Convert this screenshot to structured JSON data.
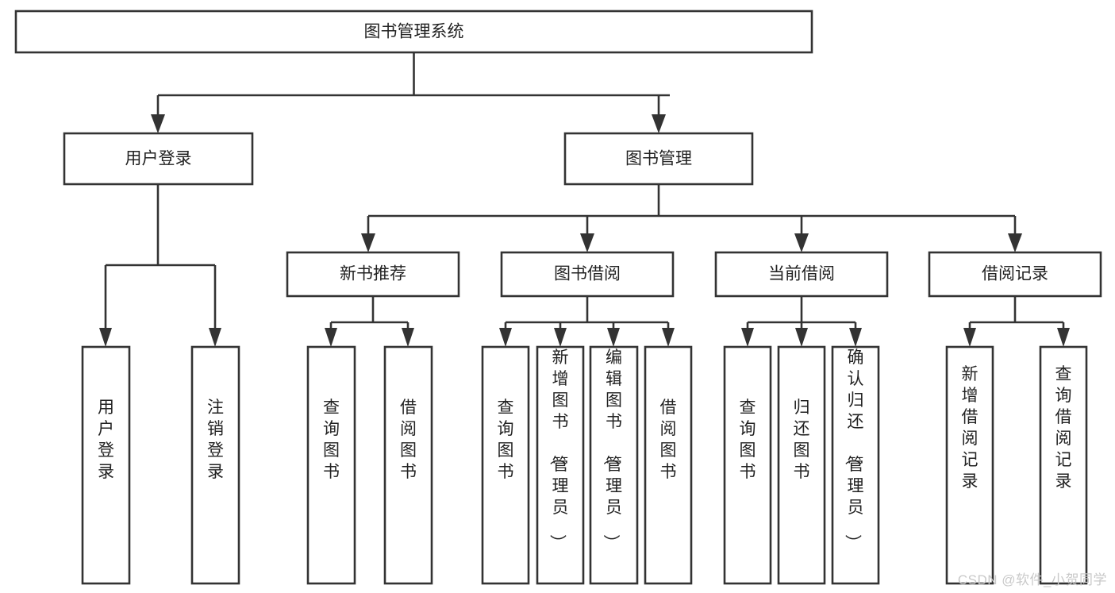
{
  "diagram": {
    "type": "tree",
    "title": "图书管理系统",
    "orientation": "top-down",
    "watermark": "CSDN @软件_小贺同学",
    "colors": {
      "stroke": "#333333",
      "fill": "#ffffff",
      "text": "#222222",
      "watermark": "#c9c9c9",
      "background": "#ffffff"
    },
    "nodes": {
      "root": {
        "label": "图书管理系统",
        "level": 0,
        "orient": "horizontal"
      },
      "l1": [
        {
          "id": "user_login",
          "label": "用户登录",
          "orient": "horizontal"
        },
        {
          "id": "book_manage",
          "label": "图书管理",
          "orient": "horizontal"
        }
      ],
      "l2": [
        {
          "id": "new_book_rec",
          "label": "新书推荐",
          "parent": "book_manage",
          "orient": "horizontal"
        },
        {
          "id": "book_borrow",
          "label": "图书借阅",
          "parent": "book_manage",
          "orient": "horizontal"
        },
        {
          "id": "current_borrow",
          "label": "当前借阅",
          "parent": "book_manage",
          "orient": "horizontal"
        },
        {
          "id": "borrow_record",
          "label": "借阅记录",
          "parent": "book_manage",
          "orient": "horizontal"
        }
      ],
      "leaves": [
        {
          "id": "leaf_user_login",
          "label": "用户登录",
          "parent": "user_login",
          "orient": "vertical"
        },
        {
          "id": "leaf_user_logout",
          "label": "注销登录",
          "parent": "user_login",
          "orient": "vertical"
        },
        {
          "id": "leaf_query_book_1",
          "label": "查询图书",
          "parent": "new_book_rec",
          "orient": "vertical"
        },
        {
          "id": "leaf_borrow_book_1",
          "label": "借阅图书",
          "parent": "new_book_rec",
          "orient": "vertical"
        },
        {
          "id": "leaf_query_book_2",
          "label": "查询图书",
          "parent": "book_borrow",
          "orient": "vertical"
        },
        {
          "id": "leaf_add_book",
          "label": "新增图书（管理员）",
          "parent": "book_borrow",
          "orient": "vertical"
        },
        {
          "id": "leaf_edit_book",
          "label": "编辑图书（管理员）",
          "parent": "book_borrow",
          "orient": "vertical"
        },
        {
          "id": "leaf_borrow_book_2",
          "label": "借阅图书",
          "parent": "book_borrow",
          "orient": "vertical"
        },
        {
          "id": "leaf_query_book_3",
          "label": "查询图书",
          "parent": "current_borrow",
          "orient": "vertical"
        },
        {
          "id": "leaf_return_book",
          "label": "归还图书",
          "parent": "current_borrow",
          "orient": "vertical"
        },
        {
          "id": "leaf_confirm_return",
          "label": "确认归还（管理员）",
          "parent": "current_borrow",
          "orient": "vertical"
        },
        {
          "id": "leaf_add_record",
          "label": "新增借阅记录",
          "parent": "borrow_record",
          "orient": "vertical"
        },
        {
          "id": "leaf_query_record",
          "label": "查询借阅记录",
          "parent": "borrow_record",
          "orient": "vertical"
        }
      ]
    }
  }
}
